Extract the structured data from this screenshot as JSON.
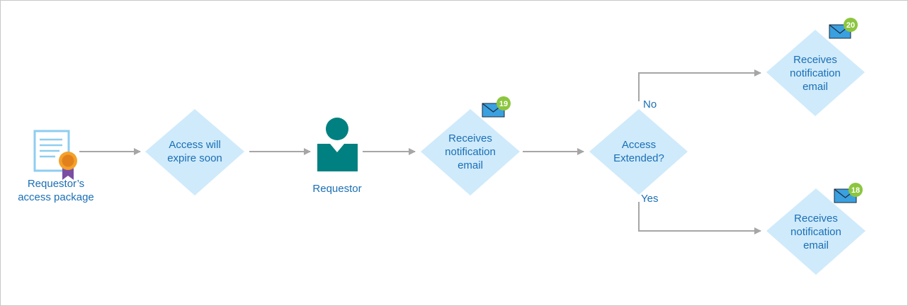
{
  "colors": {
    "diamond_fill": "#cfeafb",
    "text": "#1a6fb5",
    "arrow": "#a6a6a6",
    "person": "#008080",
    "badge": "#8cc63f",
    "envelope": "#3aa0e0"
  },
  "package": {
    "icon": "certificate-icon",
    "label_line1": "Requestor’s",
    "label_line2": "access package"
  },
  "access_expire": {
    "line1": "Access will",
    "line2": "expire soon"
  },
  "requestor": {
    "icon": "person-icon",
    "label": "Requestor"
  },
  "notify_main": {
    "line1": "Receives",
    "line2": "notification",
    "line3": "email",
    "badge": "19"
  },
  "decision": {
    "line1": "Access",
    "line2": "Extended?"
  },
  "branch_no": {
    "label": "No",
    "line1": "Receives",
    "line2": "notification",
    "line3": "email",
    "badge": "20"
  },
  "branch_yes": {
    "label": "Yes",
    "line1": "Receives",
    "line2": "notification",
    "line3": "email",
    "badge": "18"
  }
}
